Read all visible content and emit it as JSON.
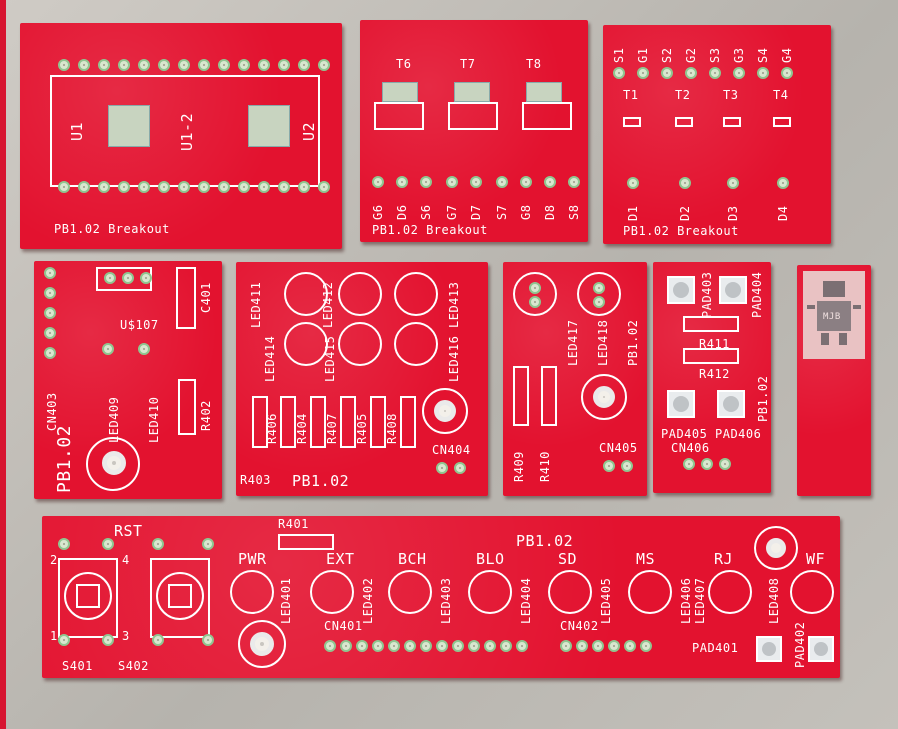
{
  "photo": {
    "subject": "",
    "board_color": "#e3122f",
    "silk_color": "#ffffff"
  },
  "boards": {
    "b1": {
      "labels": [
        "U1",
        "U1-2",
        "U2",
        "PB1.02 Breakout"
      ]
    },
    "b2": {
      "labels": [
        "T6",
        "T7",
        "T8",
        "G6",
        "D6",
        "S6",
        "G7",
        "D7",
        "S7",
        "G8",
        "D8",
        "S8",
        "PB1.02 Breakout"
      ]
    },
    "b3": {
      "labels": [
        "S1",
        "G1",
        "S2",
        "G2",
        "S3",
        "G3",
        "S4",
        "G4",
        "T1",
        "T2",
        "T3",
        "T4",
        "D1",
        "D2",
        "D3",
        "D4",
        "PB1.02 Breakout"
      ]
    },
    "b4": {
      "labels": [
        "U$107",
        "C401",
        "CN403",
        "LED409",
        "LED410",
        "R402",
        "PB1.02"
      ]
    },
    "b5": {
      "labels": [
        "LED411",
        "LED412",
        "LED413",
        "LED414",
        "LED415",
        "LED416",
        "R406",
        "R404",
        "R407",
        "R405",
        "R408",
        "R403",
        "PB1.02",
        "CN404"
      ]
    },
    "b6": {
      "labels": [
        "LED417",
        "LED418",
        "PB1.02",
        "R409",
        "R410",
        "CN405"
      ]
    },
    "b7": {
      "labels": [
        "PAD403",
        "PAD404",
        "R411",
        "R412",
        "PB1.02",
        "PAD405",
        "PAD406",
        "CN406"
      ]
    },
    "b8": {
      "labels": [
        "MJB"
      ]
    },
    "b9": {
      "labels": [
        "RST",
        "R401",
        "PB1.02",
        "PWR",
        "EXT",
        "BCH",
        "BLO",
        "SD",
        "MS",
        "RJ",
        "WF",
        "LED401",
        "LED402",
        "LED403",
        "LED404",
        "LED405",
        "LED406",
        "LED407",
        "LED408",
        "CN401",
        "CN402",
        "PAD401",
        "PAD402",
        "S401",
        "S402",
        "2",
        "1",
        "4",
        "3"
      ]
    }
  }
}
